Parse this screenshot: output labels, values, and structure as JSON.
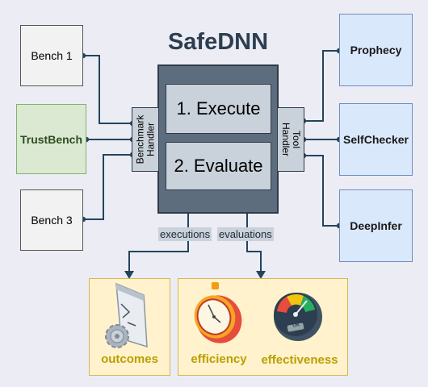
{
  "title": "SafeDNN",
  "benchmarks": [
    {
      "label": "Bench 1"
    },
    {
      "label": "TrustBench"
    },
    {
      "label": "Bench 3"
    }
  ],
  "tools": [
    {
      "label": "Prophecy"
    },
    {
      "label": "SelfChecker"
    },
    {
      "label": "DeepInfer"
    }
  ],
  "core": {
    "steps": [
      "1. Execute",
      "2. Evaluate"
    ],
    "benchmark_handler": [
      "Benchmark",
      "Handler"
    ],
    "tool_handler": [
      "Tool",
      "Handler"
    ]
  },
  "flows": {
    "executions": "executions",
    "evaluations": "evaluations"
  },
  "outputs": {
    "outcomes": "outcomes",
    "efficiency": "efficiency",
    "effectiveness": "effectiveness"
  },
  "gauge_label": "OK",
  "colors": {
    "title": "#2c3e50",
    "core": "#5d6d7e",
    "connector": "#23445d",
    "output_text": "#b8a000"
  }
}
